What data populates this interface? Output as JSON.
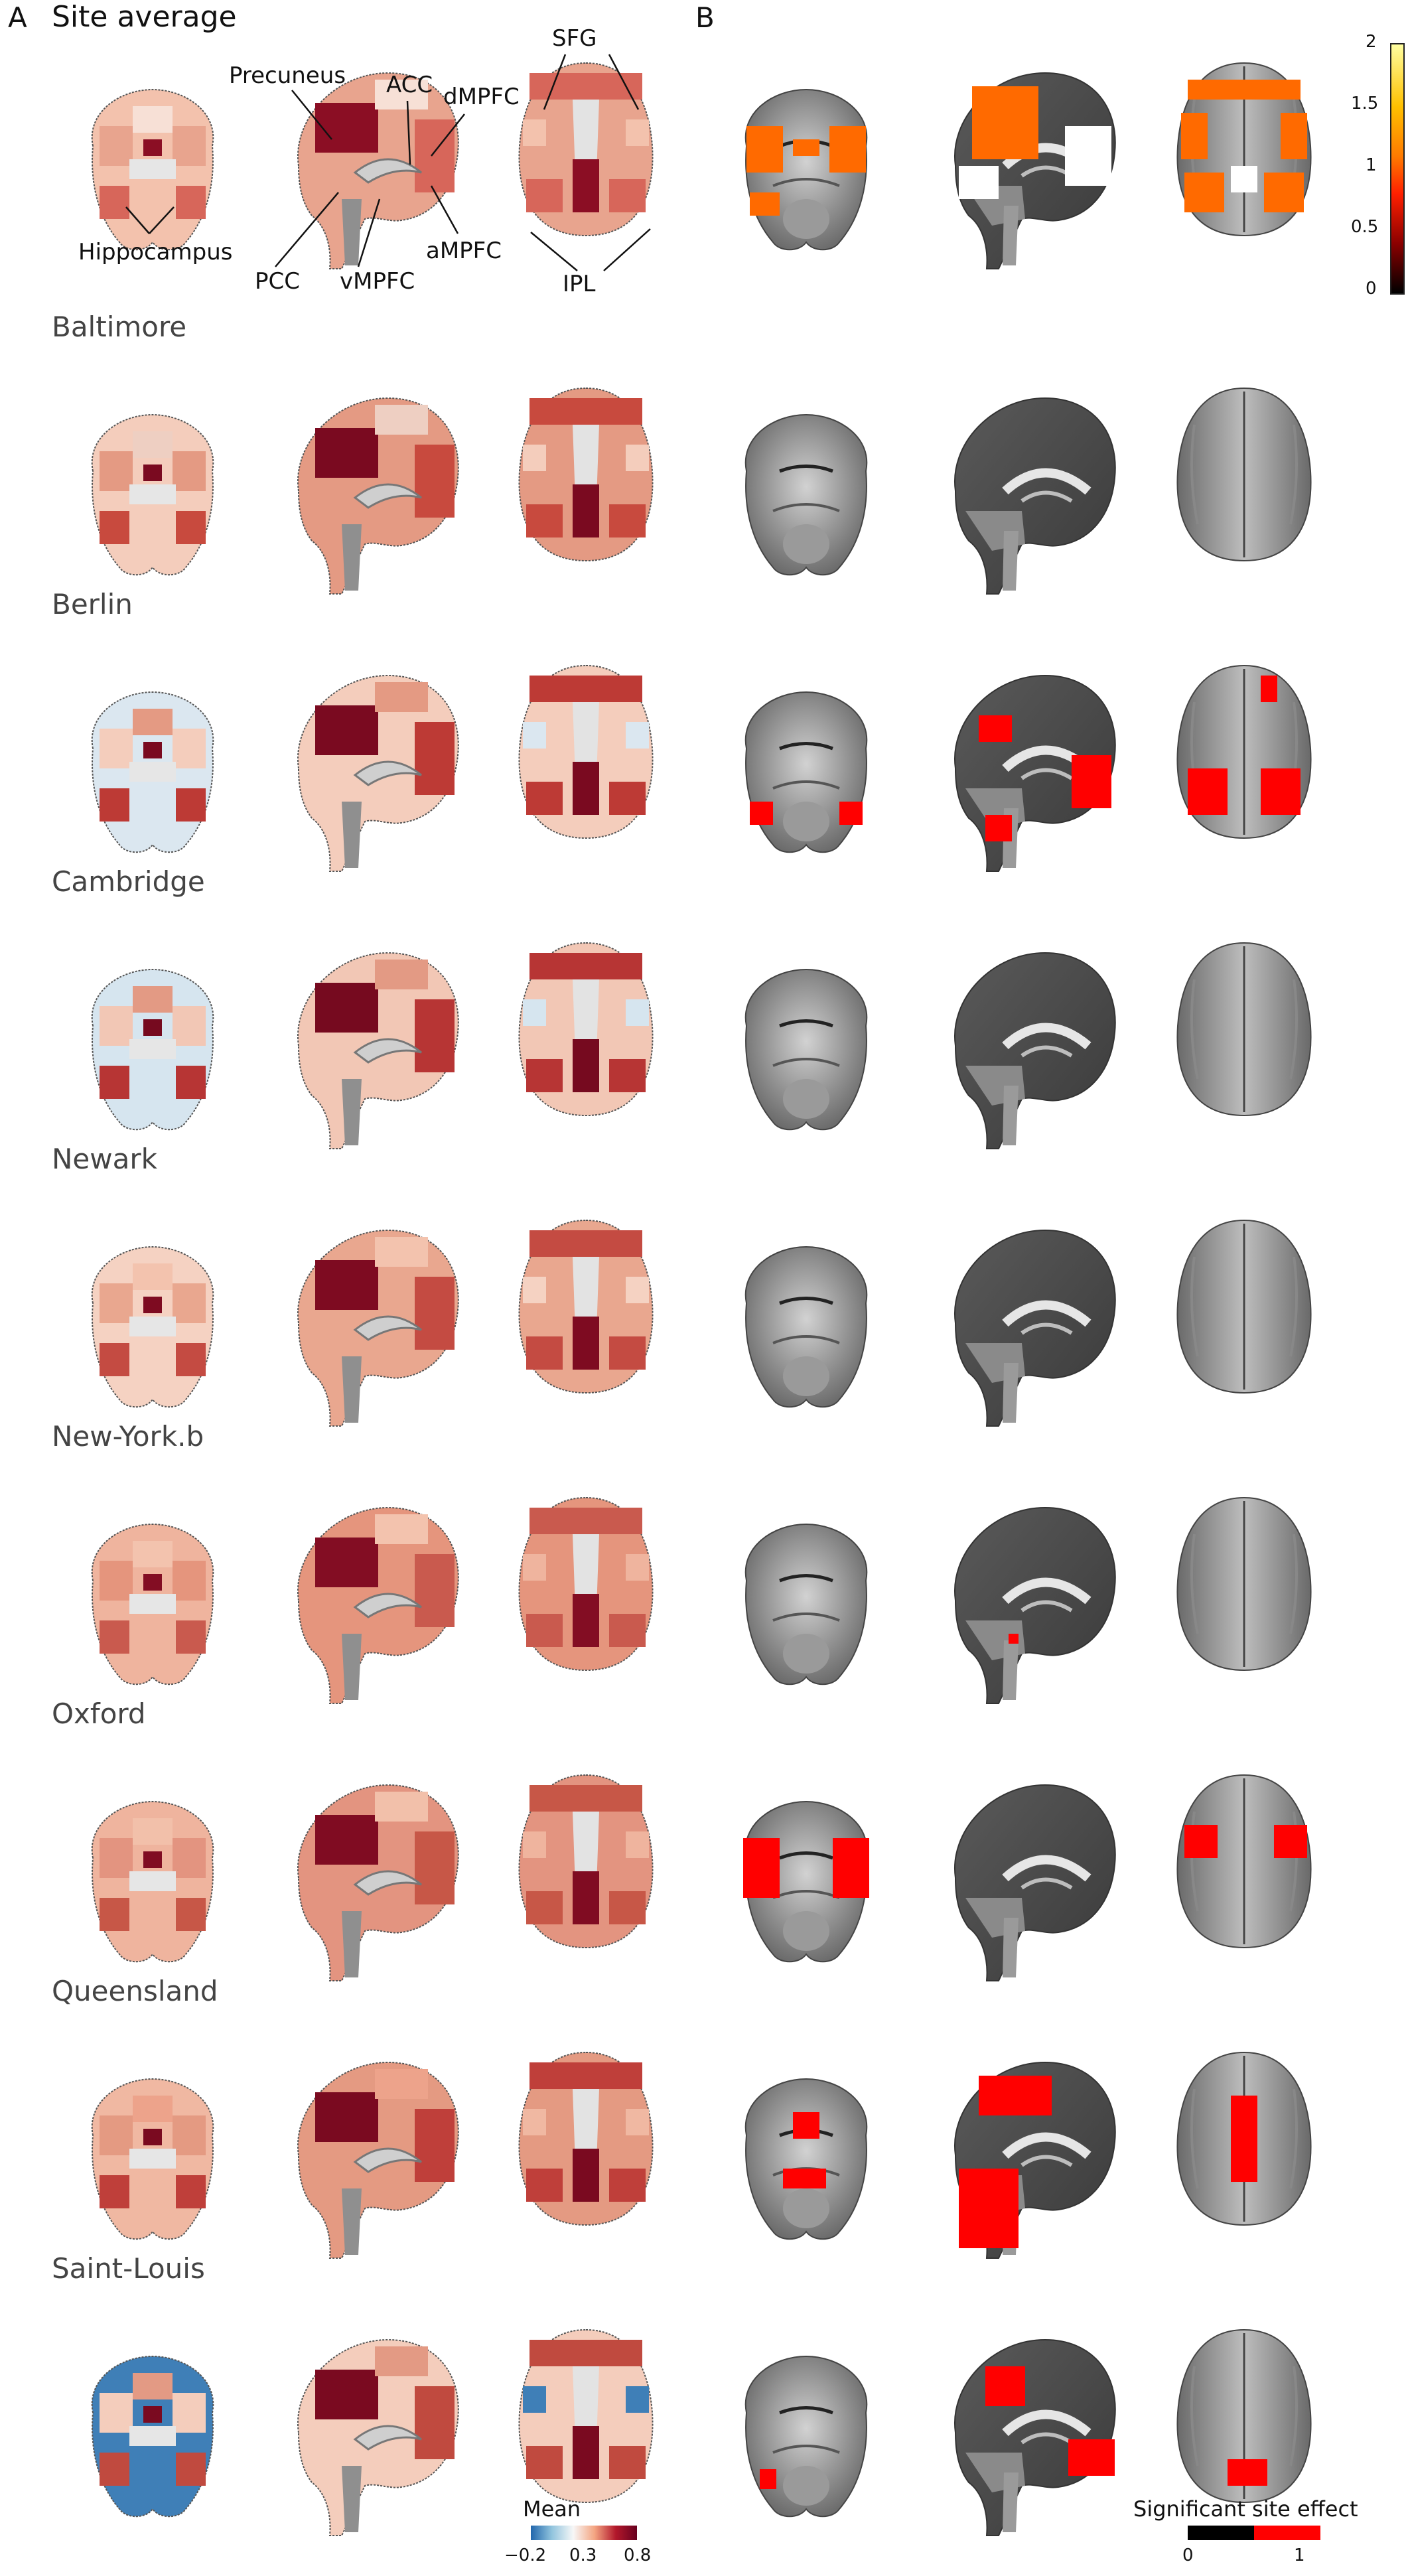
{
  "panel_a": {
    "letter": "A",
    "title": "Site average"
  },
  "panel_b": {
    "letter": "B"
  },
  "annotations": {
    "precuneus": "Precuneus",
    "acc": "ACC",
    "dmpfc": "dMPFC",
    "sfg": "SFG",
    "hippocampus": "Hippocampus",
    "pcc": "PCC",
    "vmpfc": "vMPFC",
    "ampfc": "aMPFC",
    "ipl": "IPL"
  },
  "sites": [
    {
      "name": "Baltimore"
    },
    {
      "name": "Berlin"
    },
    {
      "name": "Cambridge"
    },
    {
      "name": "Newark"
    },
    {
      "name": "New-York.b"
    },
    {
      "name": "Oxford"
    },
    {
      "name": "Queensland"
    },
    {
      "name": "Saint-Louis"
    }
  ],
  "colorbar_top": {
    "ticks": [
      "2",
      "1.5",
      "1",
      "0.5",
      "0"
    ]
  },
  "colorbar_mean": {
    "label": "Mean",
    "ticks": [
      "−0.2",
      "0.3",
      "0.8"
    ],
    "colors": [
      "#2166ac",
      "#f7f7f7",
      "#67001f"
    ]
  },
  "colorbar_site": {
    "label": "Significant site effect",
    "ticks": [
      "0",
      "1"
    ],
    "colors": [
      "#000000",
      "#ff0000"
    ]
  }
}
